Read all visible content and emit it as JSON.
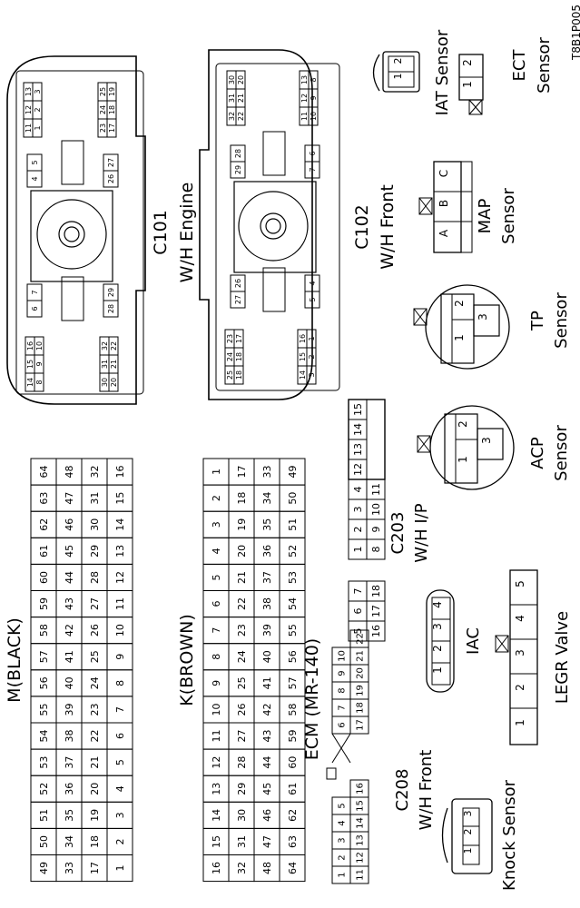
{
  "figure_code": "T8B1P005",
  "ecm": {
    "label": "ECM (MR-140)",
    "m": {
      "label": "M(BLACK)",
      "rows": [
        [
          "64",
          "63",
          "62",
          "61",
          "60",
          "59",
          "58",
          "57",
          "56",
          "55",
          "54",
          "53",
          "52",
          "51",
          "50",
          "49"
        ],
        [
          "48",
          "47",
          "46",
          "45",
          "44",
          "43",
          "42",
          "41",
          "40",
          "39",
          "38",
          "37",
          "36",
          "35",
          "34",
          "33"
        ],
        [
          "32",
          "31",
          "30",
          "29",
          "28",
          "27",
          "26",
          "25",
          "24",
          "23",
          "22",
          "21",
          "20",
          "19",
          "18",
          "17"
        ],
        [
          "16",
          "15",
          "14",
          "13",
          "12",
          "11",
          "10",
          "9",
          "8",
          "7",
          "6",
          "5",
          "4",
          "3",
          "2",
          "1"
        ]
      ]
    },
    "k": {
      "label": "K(BROWN)",
      "rows": [
        [
          "1",
          "2",
          "3",
          "4",
          "5",
          "6",
          "7",
          "8",
          "9",
          "10",
          "11",
          "12",
          "13",
          "14",
          "15",
          "16"
        ],
        [
          "17",
          "18",
          "19",
          "20",
          "21",
          "22",
          "23",
          "24",
          "25",
          "26",
          "27",
          "28",
          "29",
          "30",
          "31",
          "32"
        ],
        [
          "33",
          "34",
          "35",
          "36",
          "37",
          "38",
          "39",
          "40",
          "41",
          "42",
          "43",
          "44",
          "45",
          "46",
          "47",
          "48"
        ],
        [
          "49",
          "50",
          "51",
          "52",
          "53",
          "54",
          "55",
          "56",
          "57",
          "58",
          "59",
          "60",
          "61",
          "62",
          "63",
          "64"
        ]
      ]
    }
  },
  "c101": {
    "name": "C101",
    "desc": "W/H Engine",
    "pins": {
      "g1": [
        [
          "32",
          "31",
          "30"
        ],
        [
          "22",
          "21",
          "20"
        ]
      ],
      "g2": [
        [
          "16",
          "15",
          "14"
        ],
        [
          "10",
          "9",
          "8"
        ]
      ],
      "g3": [
        [
          "29",
          "28"
        ]
      ],
      "g4": [
        [
          "7",
          "6"
        ]
      ],
      "g5": [
        [
          "27",
          "26"
        ]
      ],
      "g6": [
        [
          "5",
          "4"
        ]
      ],
      "g7": [
        [
          "25",
          "24",
          "23"
        ],
        [
          "19",
          "18",
          "17"
        ]
      ],
      "g8": [
        [
          "13",
          "12",
          "11"
        ],
        [
          "3",
          "2",
          "1"
        ]
      ]
    }
  },
  "c102": {
    "name": "C102",
    "desc": "W/H Front",
    "pins": {
      "g1": [
        [
          "16",
          "15",
          "14"
        ],
        [
          "1",
          "2",
          "3"
        ]
      ],
      "g2": [
        [
          "23",
          "24",
          "25"
        ],
        [
          "17",
          "18",
          "18"
        ]
      ],
      "g3": [
        [
          "4",
          "5"
        ]
      ],
      "g4": [
        [
          "26",
          "27"
        ]
      ],
      "g5": [
        [
          "6",
          "7"
        ]
      ],
      "g6": [
        [
          "28",
          "29"
        ]
      ],
      "g7": [
        [
          "13",
          "12",
          "11"
        ],
        [
          "8",
          "9",
          "10"
        ]
      ],
      "g8": [
        [
          "30",
          "31",
          "32"
        ],
        [
          "20",
          "21",
          "22"
        ]
      ]
    }
  },
  "c203": {
    "name": "C203",
    "desc": "W/H I/P",
    "left": [
      [
        "7",
        "6",
        "5"
      ],
      [
        "18",
        "17",
        "16"
      ]
    ],
    "mid": [
      [
        "15",
        "14",
        "13",
        "12",
        "4",
        "3",
        "2",
        "1"
      ],
      [
        "",
        "",
        "",
        "",
        "11",
        "10",
        "9",
        "8"
      ]
    ]
  },
  "c208": {
    "name": "C208",
    "desc": "W/H Front",
    "rows": [
      [
        "1",
        "2",
        "3",
        "4",
        "5",
        "",
        "6",
        "7",
        "8",
        "9",
        "10"
      ],
      [
        "11",
        "12",
        "13",
        "14",
        "15",
        "16",
        "17",
        "18",
        "19",
        "20",
        "21",
        "22"
      ]
    ]
  },
  "iat": {
    "name": "IAT Sensor",
    "pins": [
      "1",
      "2"
    ]
  },
  "ect": {
    "name": "ECT",
    "name2": "Sensor",
    "pins": [
      "1",
      "2"
    ]
  },
  "map": {
    "name": "MAP",
    "name2": "Sensor",
    "pins": [
      "A",
      "B",
      "C"
    ]
  },
  "tp": {
    "name": "TP",
    "name2": "Sensor",
    "pins": [
      "1",
      "2",
      "3"
    ]
  },
  "acp": {
    "name": "ACP",
    "name2": "Sensor",
    "pins": [
      "1",
      "2",
      "3"
    ]
  },
  "iac": {
    "name": "IAC",
    "pins": [
      "1",
      "2",
      "3",
      "4"
    ]
  },
  "legr": {
    "name": "LEGR Valve",
    "pins": [
      "1",
      "2",
      "3",
      "4",
      "5"
    ]
  },
  "knock": {
    "name": "Knock Sensor",
    "pins": [
      "1",
      "2",
      "3"
    ]
  }
}
